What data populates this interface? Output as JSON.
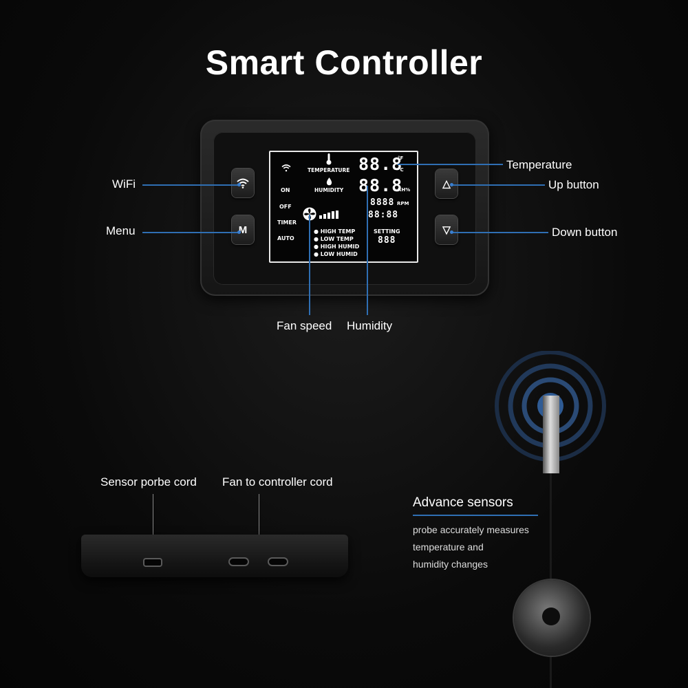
{
  "title": "Smart Controller",
  "lcd": {
    "temperature_label": "TEMPERATURE",
    "humidity_label": "HUMIDITY",
    "temp_value": "88.8",
    "unit_f": "°F",
    "unit_c": "°C",
    "humidity_value": "88.8",
    "unit_rh": "RH%",
    "rpm_value": "8888",
    "unit_rpm": "RPM",
    "time_value": "88:88",
    "mode_on": "ON",
    "mode_off": "OFF",
    "mode_timer": "TIMER",
    "mode_auto": "AUTO",
    "alarms": [
      "HIGH TEMP",
      "LOW TEMP",
      "HIGH HUMID",
      "LOW HUMID"
    ],
    "setting_label": "SETTING",
    "setting_value": "888"
  },
  "buttons": {
    "menu_glyph": "M",
    "up_glyph": "△",
    "down_glyph": "▽"
  },
  "callouts": {
    "wifi": "WiFi",
    "menu": "Menu",
    "temperature": "Temperature",
    "up_button": "Up button",
    "down_button": "Down button",
    "fan_speed": "Fan speed",
    "humidity": "Humidity"
  },
  "cords": {
    "sensor_cord": "Sensor porbe cord",
    "fan_cord": "Fan to controller cord"
  },
  "sensors": {
    "heading": "Advance sensors",
    "line1": "probe accurately measures",
    "line2": "temperature and",
    "line3": "humidity changes"
  },
  "colors": {
    "accent_line": "#2f6fb4",
    "background": "#0a0a0a"
  },
  "icons": [
    "wifi-icon",
    "fan-icon",
    "thermometer-icon",
    "droplet-icon",
    "signal-bars-icon"
  ]
}
